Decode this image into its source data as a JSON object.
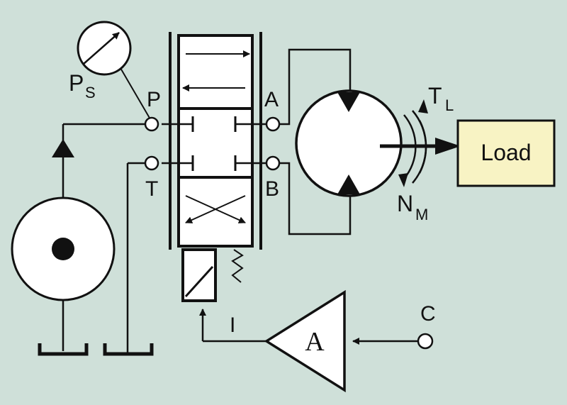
{
  "colors": {
    "background": "#cfe0d9",
    "stroke": "#111111",
    "load_fill": "#f8f3c4"
  },
  "labels": {
    "supply_pressure": "P",
    "supply_pressure_sub": "S",
    "port_p": "P",
    "port_t": "T",
    "port_a": "A",
    "port_b": "B",
    "load_torque": "T",
    "load_torque_sub": "L",
    "motor_speed": "N",
    "motor_speed_sub": "M",
    "load": "Load",
    "current": "I",
    "amplifier": "A",
    "command": "C"
  },
  "icons": {
    "gauge": "pressure-gauge-icon",
    "pump": "pump-icon",
    "motor": "hydraulic-motor-icon",
    "valve": "servo-valve-icon",
    "spring": "spring-icon",
    "solenoid": "solenoid-icon",
    "tank": "tank-icon"
  }
}
